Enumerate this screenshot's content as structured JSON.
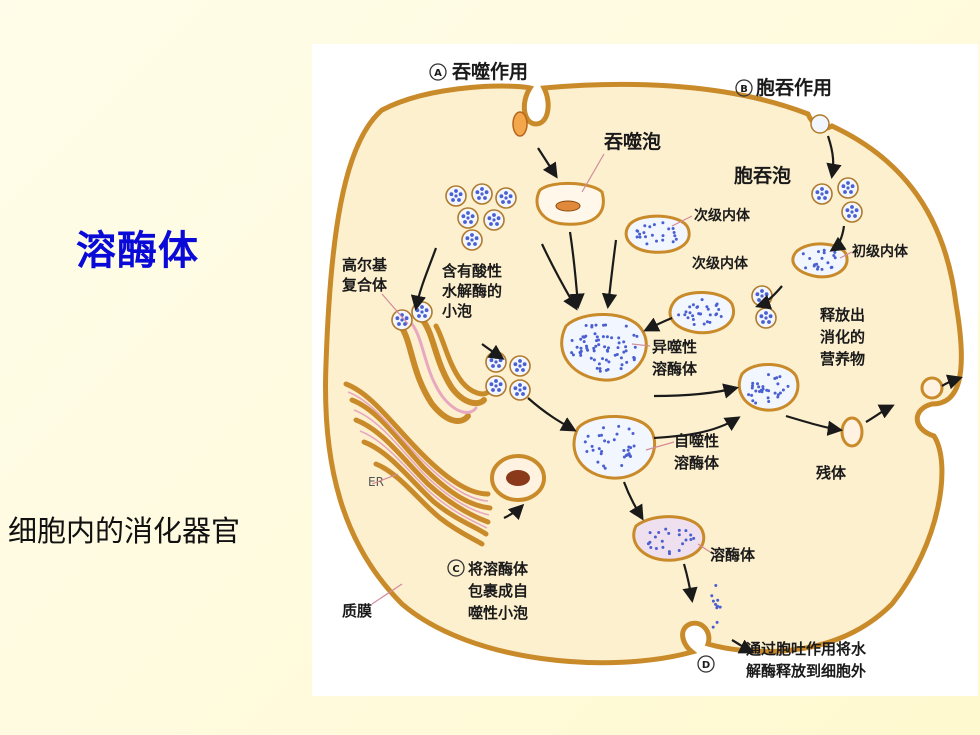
{
  "slide": {
    "title": "溶酶体",
    "subtitle": "细胞内的消化器官"
  },
  "diagram": {
    "label_a_letter": "A",
    "label_a": "吞噬作用",
    "label_b_letter": "B",
    "label_b": "胞吞作用",
    "label_c_letter": "C",
    "label_c": [
      "将溶酶体",
      "包裹成自",
      "噬性小泡"
    ],
    "label_d_letter": "D",
    "label_d": [
      "通过胞吐作用将水",
      "解酶释放到细胞外"
    ],
    "phagosome": "吞噬泡",
    "pinosome": "胞吞泡",
    "secondary_endosome_1": "次级内体",
    "secondary_endosome_2": "次级内体",
    "primary_endosome": "初级内体",
    "golgi": [
      "高尔基",
      "复合体"
    ],
    "acid_vesicle": [
      "含有酸性",
      "水解酶的",
      "小泡"
    ],
    "release": [
      "释放出",
      "消化的",
      "营养物"
    ],
    "heterophagic": [
      "异噬性",
      "溶酶体"
    ],
    "autophagic": [
      "自噬性",
      "溶酶体"
    ],
    "residual_body": "残体",
    "er": "ER",
    "lysosome": "溶酶体",
    "plasma_membrane": "质膜"
  },
  "colors": {
    "title": "#0a0ad8",
    "membrane": "#c98a2a",
    "cytoplasm": "#fdf0cf",
    "enzyme_dot": "#4a5fd0",
    "vesicle_fill": "#f2f6ff",
    "lysosome_fill": "#efe0f0"
  }
}
